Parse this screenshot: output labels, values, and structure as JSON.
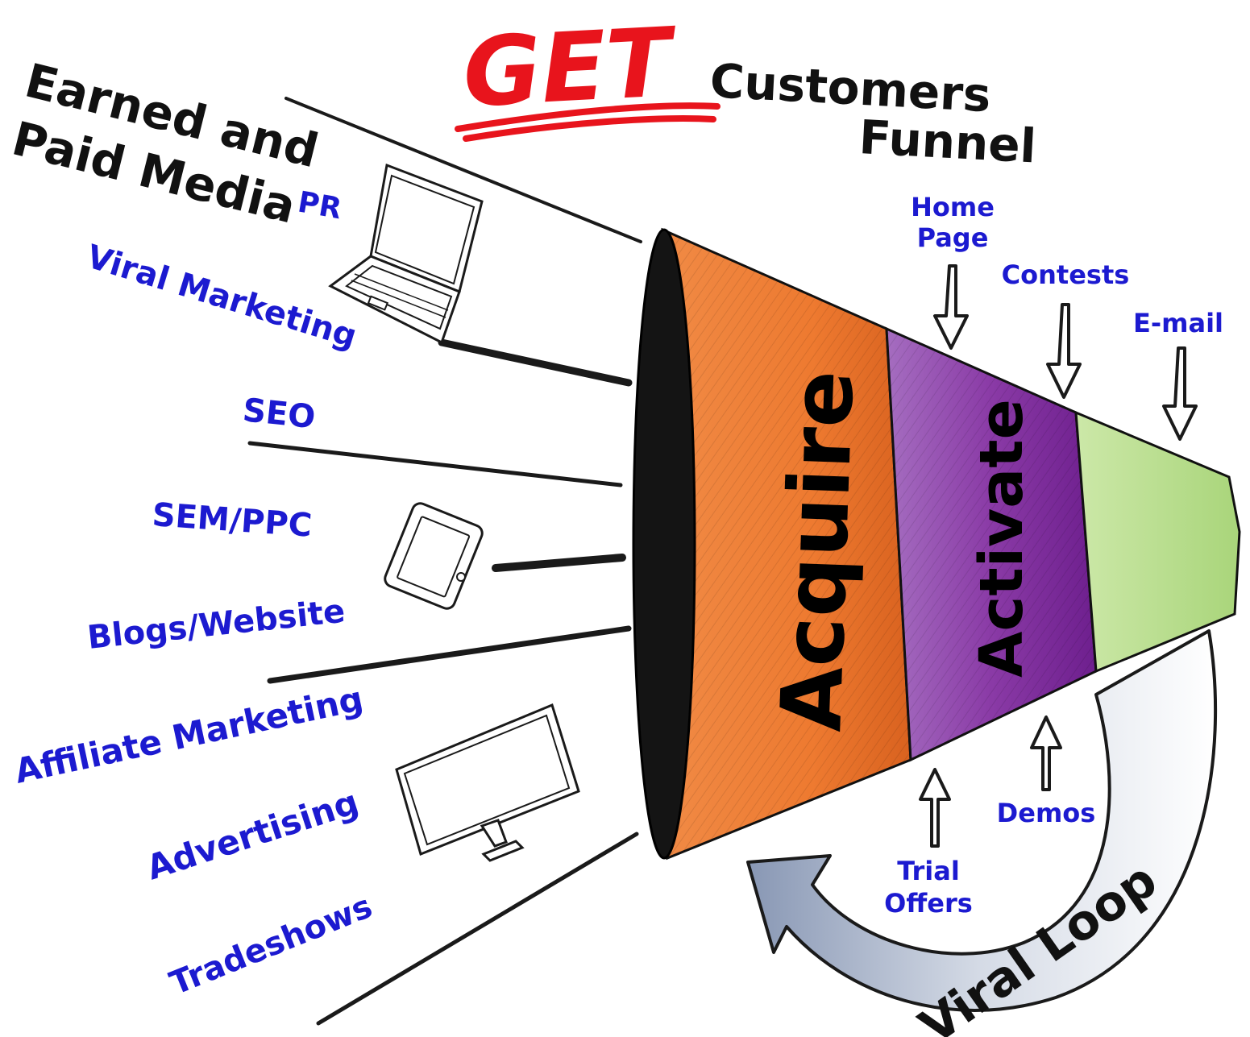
{
  "title": {
    "get": "GET",
    "line1": "Customers",
    "line2": "Funnel"
  },
  "media_heading": {
    "line1": "Earned and",
    "line2": "Paid Media"
  },
  "channels": [
    "PR",
    "Viral Marketing",
    "SEO",
    "SEM/PPC",
    "Blogs/Website",
    "Affiliate Marketing",
    "Advertising",
    "Tradeshows"
  ],
  "stages": [
    {
      "label": "Acquire",
      "color": "#ef7a33"
    },
    {
      "label": "Activate",
      "color": "#8a3aa6"
    },
    {
      "label": "",
      "color": "#b6dc8a"
    }
  ],
  "top_inputs": {
    "home_page_1": "Home",
    "home_page_2": "Page",
    "contests": "Contests",
    "email": "E-mail"
  },
  "bottom_inputs": {
    "trial_1": "Trial",
    "trial_2": "Offers",
    "demos": "Demos"
  },
  "loop_label": "Viral Loop",
  "colors": {
    "accent_red": "#e8141c",
    "label_blue": "#1c1ad0",
    "ink": "#111111"
  }
}
